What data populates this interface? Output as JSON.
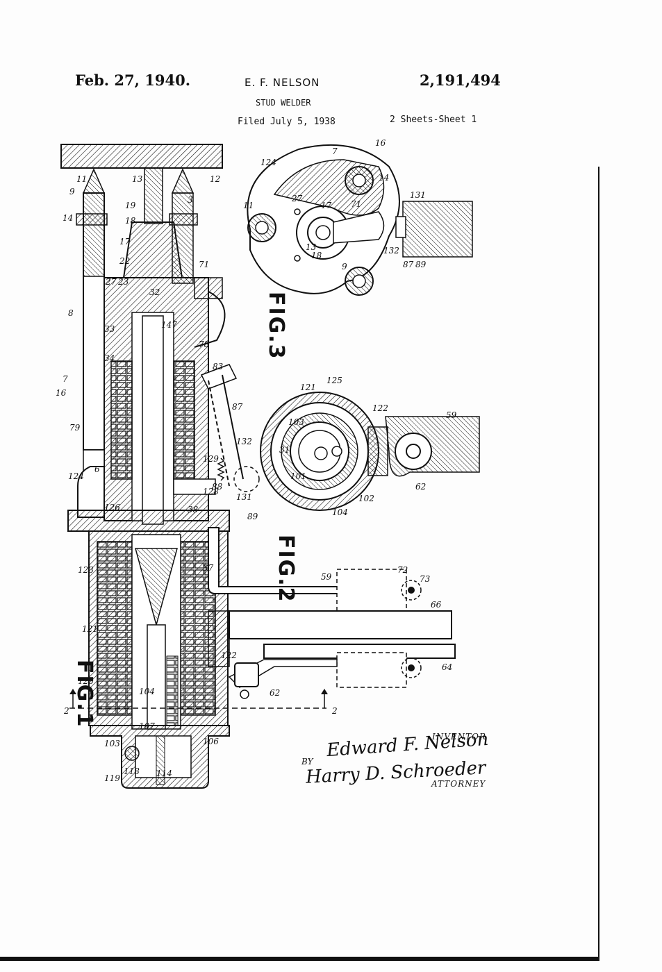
{
  "header": {
    "date": "Feb. 27, 1940.",
    "inventor_name": "E. F. NELSON",
    "patent_number": "2,191,494",
    "title": "STUD WELDER",
    "filed": "Filed July 5, 1938",
    "sheets": "2 Sheets-Sheet 1"
  },
  "figures": {
    "fig1": "FIG.1",
    "fig2": "FIG.2",
    "fig3": "FIG.3"
  },
  "section_marks": [
    "2",
    "2"
  ],
  "reference_numerals": {
    "fig1": [
      "11",
      "9",
      "14",
      "13",
      "19",
      "18",
      "17",
      "22",
      "23",
      "27",
      "32",
      "33",
      "34",
      "8",
      "7",
      "16",
      "79",
      "6",
      "124",
      "126",
      "38",
      "123",
      "121",
      "37",
      "125",
      "104",
      "103",
      "107",
      "114",
      "118",
      "119",
      "106",
      "88",
      "129",
      "128",
      "83",
      "78",
      "71",
      "12",
      "3",
      "147",
      "131",
      "132",
      "87",
      "89",
      "59",
      "72",
      "73",
      "66",
      "122",
      "62",
      "64"
    ],
    "fig2": [
      "121",
      "125",
      "31",
      "103",
      "101",
      "104",
      "102",
      "122",
      "59",
      "62"
    ],
    "fig3": [
      "124",
      "7",
      "16",
      "14",
      "11",
      "27",
      "13",
      "18",
      "17",
      "71",
      "9",
      "131",
      "132",
      "87",
      "89"
    ]
  },
  "signature": {
    "inventor_label": "INVENTOR",
    "inventor_signature": "Edward F. Nelson",
    "by_label": "BY",
    "attorney_signature": "Harry D. Schroeder",
    "attorney_label": "ATTORNEY"
  },
  "colors": {
    "ink": "#111111",
    "paper": "#fdfdfd"
  }
}
